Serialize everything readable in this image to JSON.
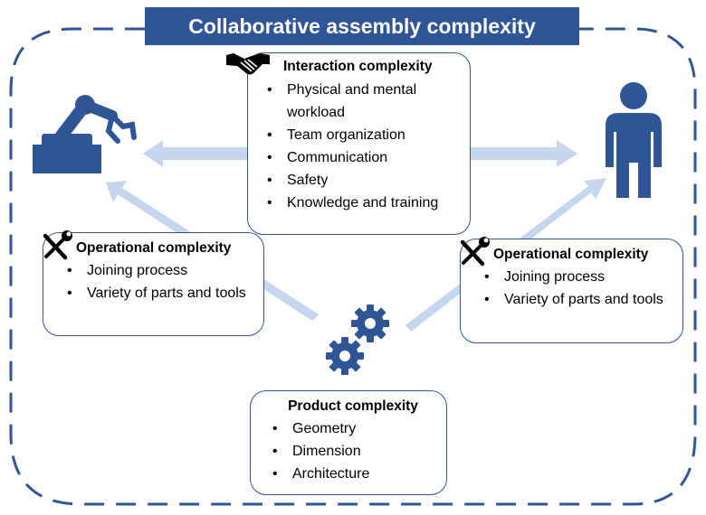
{
  "title": "Collaborative assembly complexity",
  "colors": {
    "primary": "#2f5597",
    "arrow": "#c5d6ee",
    "box_border": "#2f5597"
  },
  "interaction": {
    "title": "Interaction complexity",
    "icon": "handshake-icon",
    "items": [
      "Physical and mental workload",
      "Team organization",
      "Communication",
      "Safety",
      "Knowledge and training"
    ]
  },
  "operational_left": {
    "title": "Operational complexity",
    "icon": "tools-icon",
    "items": [
      "Joining process",
      "Variety of parts and tools"
    ]
  },
  "operational_right": {
    "title": "Operational complexity",
    "icon": "tools-icon",
    "items": [
      "Joining process",
      "Variety of parts and tools"
    ]
  },
  "product": {
    "title": "Product complexity",
    "icon": "gears-icon",
    "items": [
      "Geometry",
      "Dimension",
      "Architecture"
    ]
  },
  "actors": {
    "robot_icon": "robot-arm-icon",
    "human_icon": "human-icon"
  }
}
